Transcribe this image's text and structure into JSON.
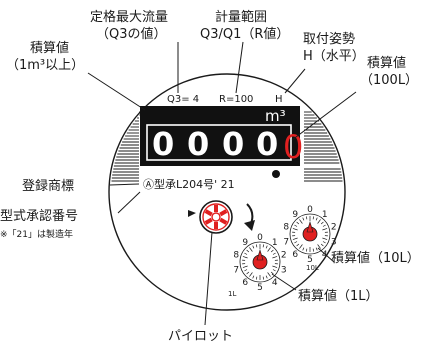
{
  "labels": {
    "rated_flow": "定格最大流量",
    "rated_flow_sub": "（Q3の値）",
    "meter_range": "計量範囲",
    "meter_range_sub": "Q3/Q1（R値）",
    "mount_pos": "取付姿勢",
    "mount_pos_sub": "H（水平）",
    "total_1m3": "積算値",
    "total_1m3_sub": "（1m³以上）",
    "total_100l": "積算値",
    "total_100l_sub": "（100L）",
    "trademark": "登録商標",
    "approval_no": "型式承認番号",
    "approval_note": "※「21」は製造年",
    "total_10l": "積算値（10L）",
    "total_1l": "積算値（1L）",
    "pilot": "パイロット"
  },
  "meter": {
    "q3": "Q3= 4",
    "r": "R=100",
    "h": "H",
    "unit": "m³",
    "digits": [
      "0",
      "0",
      "0",
      "0"
    ],
    "red_digit": "0",
    "approval_mark": "Ⓐ型承L204号' 21",
    "dial10_numbers": [
      "0",
      "1",
      "2",
      "3",
      "4",
      "5",
      "6",
      "7",
      "8",
      "9"
    ],
    "dial10_tag": "10L",
    "dial1_numbers": [
      "0",
      "1",
      "2",
      "3",
      "4",
      "5",
      "6",
      "7",
      "8",
      "9"
    ],
    "dial1_tag": "1L"
  },
  "colors": {
    "red": "#e02020",
    "black": "#1a1a1a"
  }
}
